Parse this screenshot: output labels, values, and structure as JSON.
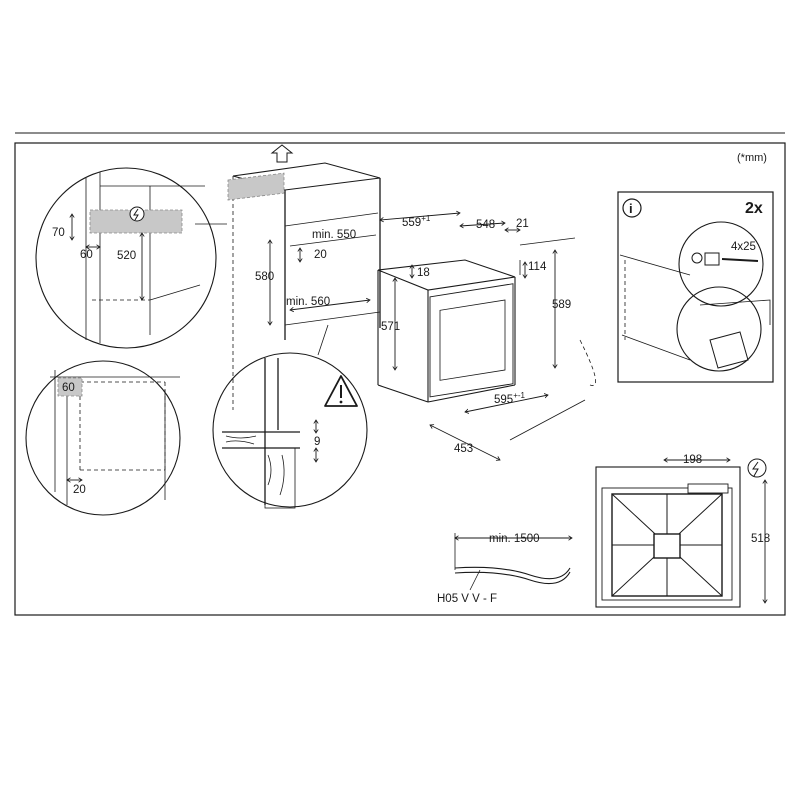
{
  "unit_note": "(*mm)",
  "info_panel": {
    "count": "2x",
    "screw": "4x25"
  },
  "dimensions": {
    "zoom_top_70": "70",
    "zoom_top_60": "60",
    "zoom_top_520": "520",
    "cab_580": "580",
    "cab_min550": "min. 550",
    "cab_20": "20",
    "cab_min560": "min. 560",
    "zoom_bottom_60": "60",
    "zoom_bottom_20": "20",
    "section_9": "9",
    "oven_559": "559",
    "oven_559_sup": "+1",
    "oven_548": "548",
    "oven_21": "21",
    "oven_18": "18",
    "oven_114": "114",
    "oven_589": "589",
    "oven_571": "571",
    "oven_595": "595",
    "oven_595_sup": "+-1",
    "oven_453": "453",
    "top_198": "198",
    "top_518": "518",
    "cable_min1500": "min. 1500",
    "cable_type": "H05 V V - F"
  },
  "colors": {
    "line": "#1a1a1a",
    "gray_fill": "#c8c8c8"
  },
  "icons": [
    "up-arrow-icon",
    "warning-triangle-icon",
    "info-icon",
    "electric-bolt-icon"
  ]
}
